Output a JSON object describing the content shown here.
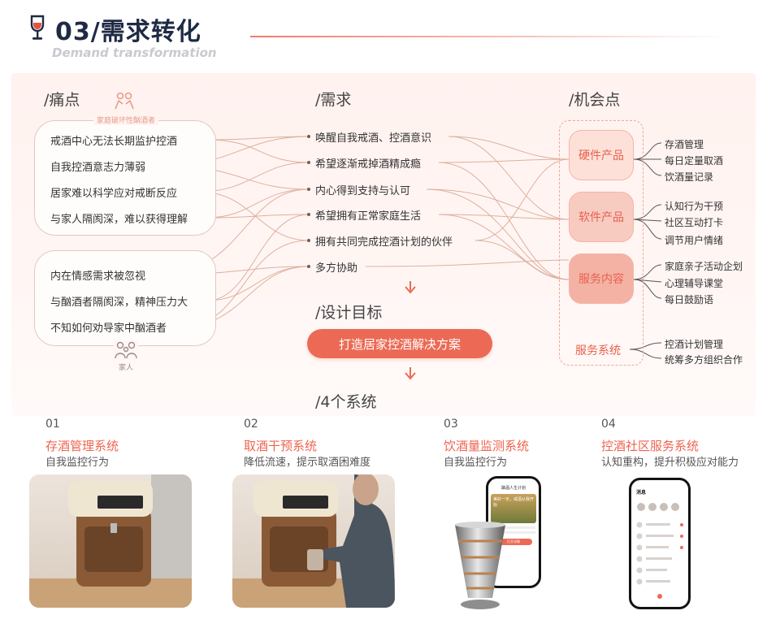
{
  "header": {
    "title": "03/需求转化",
    "subtitle": "Demand transformation"
  },
  "pain": {
    "heading": "/痛点",
    "group1_tag": "家庭破坏性酗酒者",
    "group1_items": [
      "戒酒中心无法长期监护控酒",
      "自我控酒意志力薄弱",
      "居家难以科学应对戒断反应",
      "与家人隔阂深，难以获得理解"
    ],
    "group2_tag": "家人",
    "group2_items": [
      "内在情感需求被忽视",
      "与酗酒者隔阂深，精神压力大",
      "不知如何劝导家中酗酒者"
    ]
  },
  "needs": {
    "heading": "/需求",
    "items": [
      "唤醒自我戒酒、控酒意识",
      "希望逐渐戒掉酒精成瘾",
      "内心得到支持与认可",
      "希望拥有正常家庭生活",
      "拥有共同完成控酒计划的伙伴",
      "多方协助"
    ]
  },
  "design": {
    "heading": "/设计目标",
    "button": "打造居家控酒解决方案"
  },
  "opportunity": {
    "heading": "/机会点",
    "cards": [
      {
        "label": "硬件产品",
        "items": [
          "存酒管理",
          "每日定量取酒",
          "饮酒量记录"
        ]
      },
      {
        "label": "软件产品",
        "items": [
          "认知行为干预",
          "社区互动打卡",
          "调节用户情绪"
        ]
      },
      {
        "label": "服务内容",
        "items": [
          "家庭亲子活动企划",
          "心理辅导课堂",
          "每日鼓励语"
        ]
      },
      {
        "label": "服务系统",
        "items": [
          "控酒计划管理",
          "统筹多方组织合作"
        ]
      }
    ]
  },
  "systems": {
    "heading": "/4个系统",
    "items": [
      {
        "num": "01",
        "title": "存酒管理系统",
        "desc": "自我监控行为"
      },
      {
        "num": "02",
        "title": "取酒干预系统",
        "desc": "降低流速，提示取酒困难度"
      },
      {
        "num": "03",
        "title": "饮酒量监测系统",
        "desc": "自我监控行为"
      },
      {
        "num": "04",
        "title": "控酒社区服务系统",
        "desc": "认知重构，提升积极应对能力"
      }
    ]
  },
  "phone1": {
    "title": "酗酒人生计划",
    "banner": "美好一天，戒酒从我开始",
    "button": "打开详情"
  },
  "phone2": {
    "title": "消息"
  },
  "colors": {
    "accent": "#ec6a55",
    "navy": "#1f2a44",
    "line": "#d9a48f"
  },
  "icons": [
    "wine-glass-icon",
    "person-couple-icon",
    "family-icon",
    "down-arrow-icon"
  ]
}
